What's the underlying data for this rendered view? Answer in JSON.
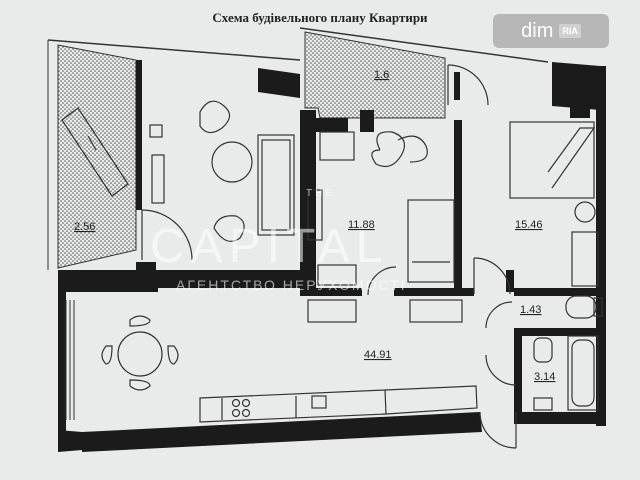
{
  "title": "Схема будівельного плану Квартири",
  "badge": {
    "brand": "dim",
    "sub": "RIA"
  },
  "watermark": {
    "top": "THE",
    "main": "CAPITAL",
    "sub": "АГЕНТСТВО НЕРУХОМОСТІ"
  },
  "rooms": {
    "balcony_left": "2.56",
    "balcony_right": "1.6",
    "kitchen": "11.88",
    "bedroom": "15.46",
    "wc": "1.43",
    "bathroom": "3.14",
    "living": "44.91"
  },
  "colors": {
    "wall": "#1b1b1b",
    "line": "#333333",
    "hatch": "#555555",
    "paper": "#e9ebea"
  }
}
